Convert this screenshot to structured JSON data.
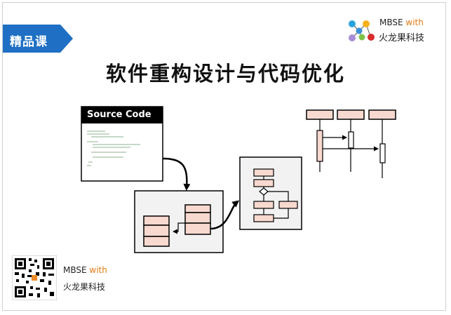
{
  "badge": {
    "label": "精品课"
  },
  "title": "软件重构设计与代码优化",
  "brand": {
    "name": "MBSE",
    "with": "with",
    "company": "火龙果科技"
  },
  "diagram": {
    "source_code_title": "Source Code"
  },
  "footer": {
    "name": "MBSE",
    "with": "with",
    "company": "火龙果科技"
  },
  "colors": {
    "badge_blue": "#1f6fc4",
    "lifeline_fill": "#f8d9cf",
    "box_fill": "#f2f2f2",
    "brand_orange": "#e07b13"
  },
  "icons": {
    "brand_logo": "colored-dots-network-icon",
    "qr": "qr-code"
  }
}
